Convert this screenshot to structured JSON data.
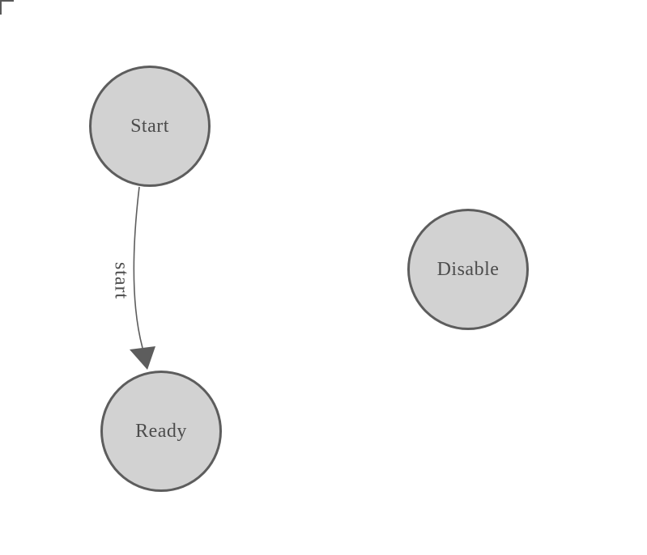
{
  "diagram": {
    "nodes": [
      {
        "label": "Start"
      },
      {
        "label": "Ready"
      },
      {
        "label": "Disable"
      }
    ],
    "edges": [
      {
        "label": "start",
        "from": "Start",
        "to": "Ready"
      }
    ],
    "colors": {
      "background": "#ffffff",
      "node_fill": "#d2d2d2",
      "node_stroke": "#5d5d5d",
      "edge_stroke": "#5d5d5d",
      "label_text": "#4c4c4c"
    }
  }
}
